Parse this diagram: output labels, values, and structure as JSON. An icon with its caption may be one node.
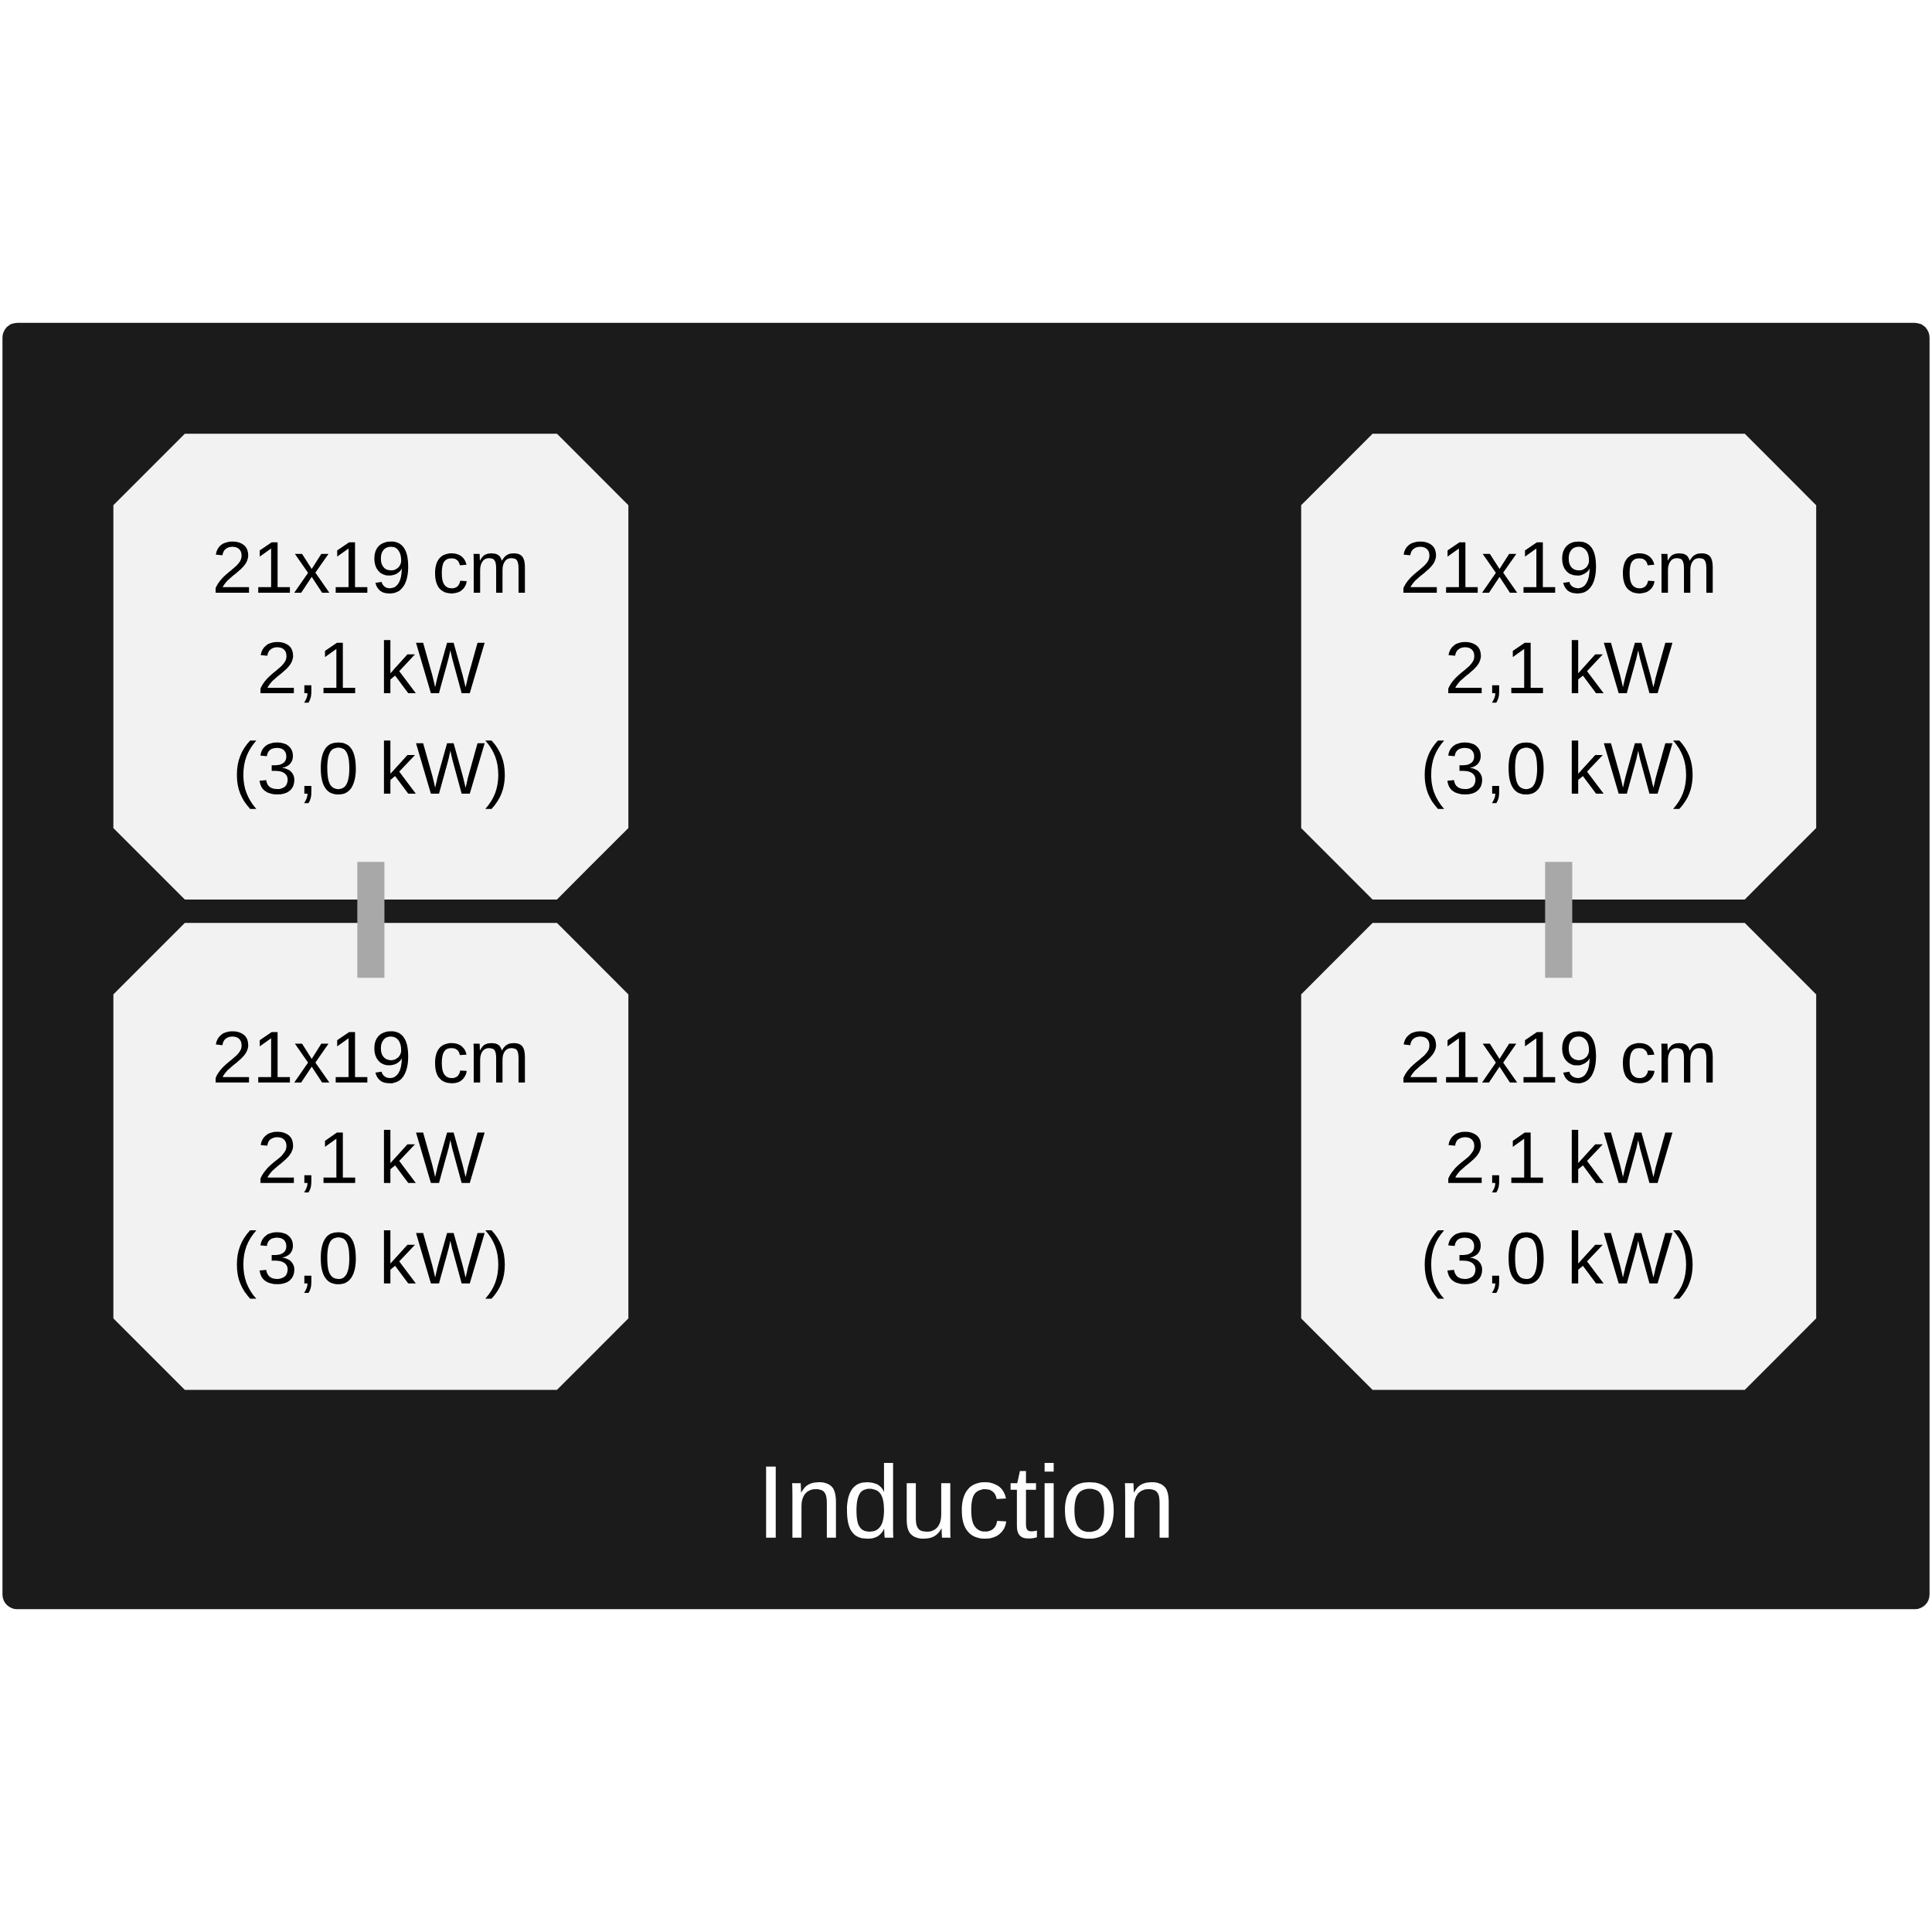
{
  "diagram": {
    "nodes": [
      {
        "text": [
          "Induction"
        ]
      },
      {
        "text": [
          "21x19 cm",
          "2,1 kW",
          "(3,0 kW)"
        ],
        "in": 0
      },
      {
        "text": [
          "21x19 cm",
          "2,1 kW",
          "(3,0 kW)"
        ],
        "in": 0
      },
      {
        "text": [
          "21x19 cm",
          "2,1 kW",
          "(3,0 kW)"
        ],
        "in": 0
      },
      {
        "text": [
          "21x19 cm",
          "2,1 kW",
          "(3,0 kW)"
        ],
        "in": 0
      }
    ],
    "edges": [
      {
        "from": 1,
        "to": 3,
        "arrow": "none"
      },
      {
        "from": 2,
        "to": 4,
        "arrow": "none"
      }
    ]
  }
}
